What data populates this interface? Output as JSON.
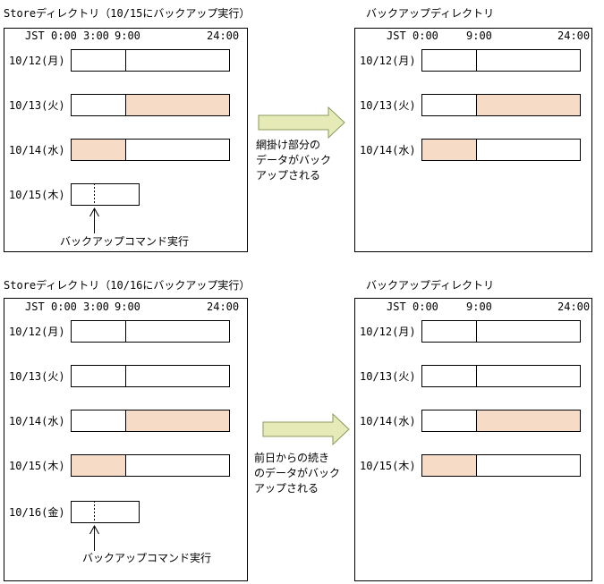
{
  "colors": {
    "highlight": "#f6dcc6",
    "arrow_fill": "#e5eab7",
    "arrow_stroke": "#8a9a5b",
    "line": "#000000"
  },
  "scenarios": [
    {
      "store_title": "Storeディレクトリ（10/15にバックアップ実行）",
      "backup_title": "バックアップディレクトリ",
      "time_labels": {
        "tz": "JST",
        "t0": "0:00",
        "t3": "3:00",
        "t9": "9:00",
        "t24": "24:00"
      },
      "backup_time_labels": {
        "tz": "JST",
        "t0": "0:00",
        "t9": "9:00",
        "t24": "24:00"
      },
      "store_rows": [
        {
          "date": "10/12(月)",
          "highlight": "none"
        },
        {
          "date": "10/13(火)",
          "highlight": "right"
        },
        {
          "date": "10/14(水)",
          "highlight": "left"
        },
        {
          "date": "10/15(木)",
          "highlight": "none",
          "partial": true
        }
      ],
      "backup_rows": [
        {
          "date": "10/12(月)",
          "highlight": "none"
        },
        {
          "date": "10/13(火)",
          "highlight": "right"
        },
        {
          "date": "10/14(水)",
          "highlight": "left"
        }
      ],
      "command_note": "バックアップコマンド実行",
      "arrow_note": [
        "網掛け部分の",
        "データがバック",
        "アップされる"
      ]
    },
    {
      "store_title": "Storeディレクトリ（10/16にバックアップ実行）",
      "backup_title": "バックアップディレクトリ",
      "time_labels": {
        "tz": "JST",
        "t0": "0:00",
        "t3": "3:00",
        "t9": "9:00",
        "t24": "24:00"
      },
      "backup_time_labels": {
        "tz": "JST",
        "t0": "0:00",
        "t9": "9:00",
        "t24": "24:00"
      },
      "store_rows": [
        {
          "date": "10/12(月)",
          "highlight": "none"
        },
        {
          "date": "10/13(火)",
          "highlight": "none"
        },
        {
          "date": "10/14(水)",
          "highlight": "right"
        },
        {
          "date": "10/15(木)",
          "highlight": "left"
        },
        {
          "date": "10/16(金)",
          "highlight": "none",
          "partial": true
        }
      ],
      "backup_rows": [
        {
          "date": "10/12(月)",
          "highlight": "none"
        },
        {
          "date": "10/13(火)",
          "highlight": "none"
        },
        {
          "date": "10/14(水)",
          "highlight": "right"
        },
        {
          "date": "10/15(木)",
          "highlight": "left"
        }
      ],
      "command_note": "バックアップコマンド実行",
      "arrow_note": [
        "前日からの続き",
        "のデータがバック",
        "アップされる"
      ]
    }
  ]
}
